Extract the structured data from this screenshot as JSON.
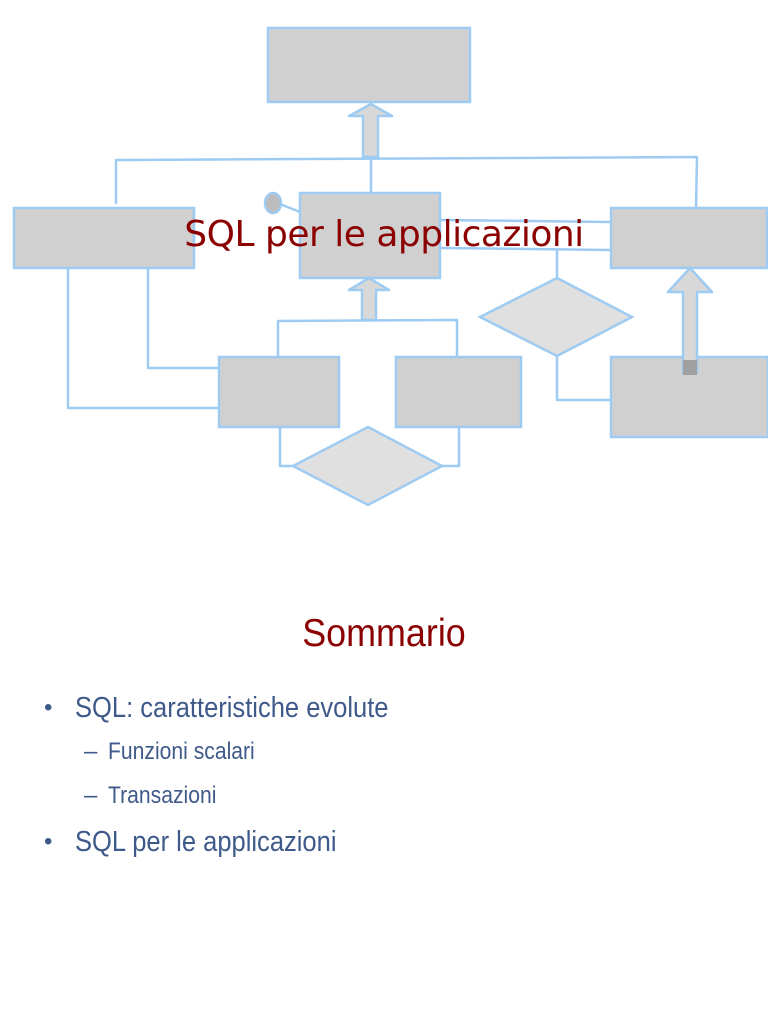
{
  "slides": [
    {
      "title": "SQL per le applicazioni",
      "diagram": {
        "colors": {
          "box_fill": "#d0d0d0",
          "line": "#9ecbf2",
          "diamond_fill": "#e0e0e0",
          "arrow_fill": "#d8d8d8"
        }
      }
    },
    {
      "title": "Sommario",
      "bullets": [
        {
          "text": "SQL: caratteristiche evolute",
          "marker": "•",
          "sub_items": [
            {
              "text": "Funzioni scalari",
              "marker": "–"
            },
            {
              "text": "Transazioni",
              "marker": "–"
            }
          ]
        },
        {
          "text": "SQL per le applicazioni",
          "marker": "•",
          "sub_items": []
        }
      ],
      "colors": {
        "title": "#8b0000",
        "body": "#3f5a8a"
      }
    }
  ]
}
